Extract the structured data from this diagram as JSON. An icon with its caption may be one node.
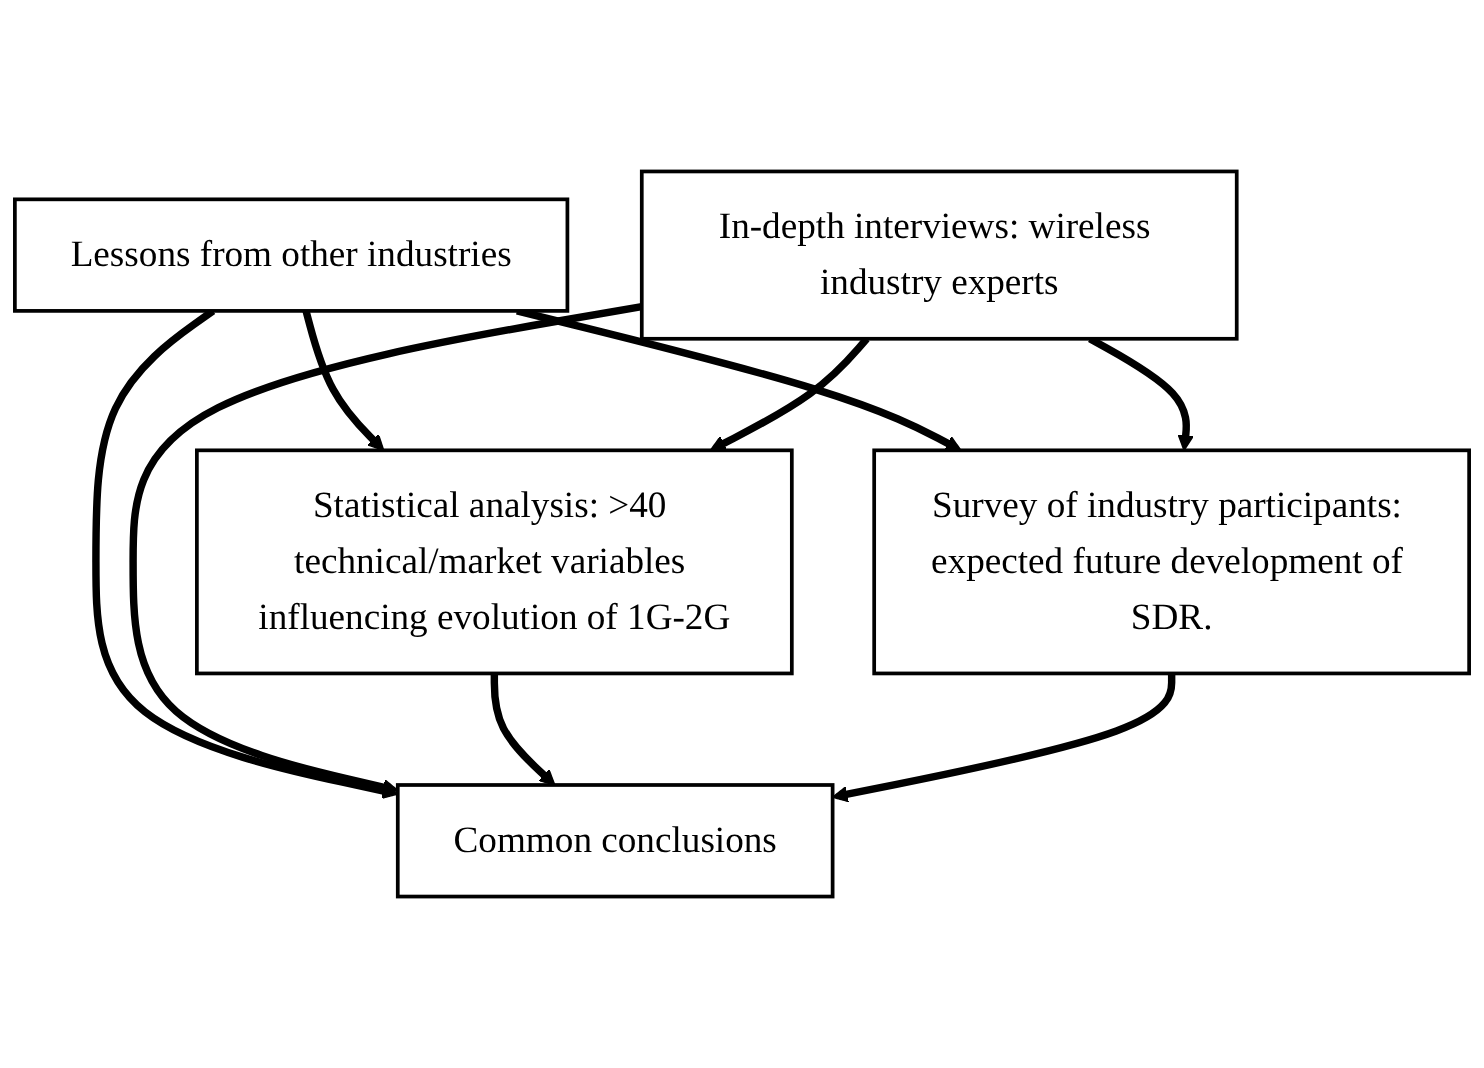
{
  "diagram": {
    "nodes": [
      {
        "text": [
          "Lessons from other industries"
        ]
      },
      {
        "text": [
          "In-depth interviews: wireless industry experts"
        ]
      },
      {
        "text": [
          "Statistical analysis: >40 technical/market variables influencing evolution of 1G-2G"
        ]
      },
      {
        "text": [
          "Survey of industry participants: expected future development of SDR."
        ]
      },
      {
        "text": [
          "Common conclusions"
        ]
      }
    ],
    "edges": [
      {
        "from": 0,
        "to": 2,
        "arrow": "to"
      },
      {
        "from": 1,
        "to": 2,
        "arrow": "to"
      },
      {
        "from": 0,
        "to": 4,
        "arrow": "to"
      },
      {
        "from": 1,
        "to": 4,
        "arrow": "to"
      },
      {
        "from": 0,
        "to": 3,
        "arrow": "to"
      },
      {
        "from": 1,
        "to": 3,
        "arrow": "to"
      },
      {
        "from": 2,
        "to": 4,
        "arrow": "to"
      },
      {
        "from": 3,
        "to": 4,
        "arrow": "to"
      }
    ]
  }
}
